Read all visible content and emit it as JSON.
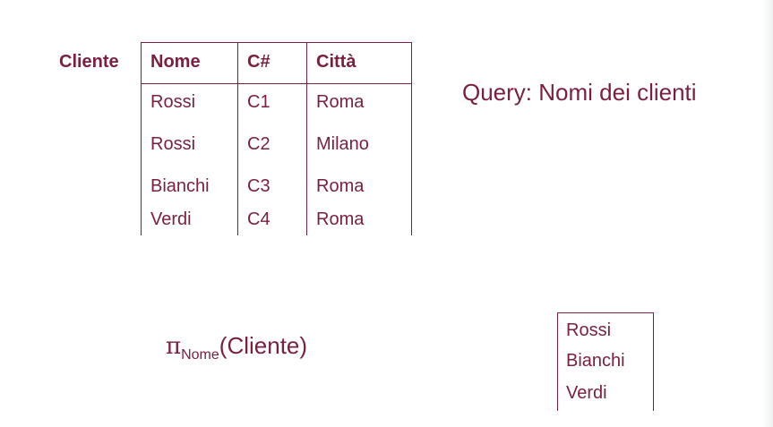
{
  "relation": {
    "name": "Cliente",
    "columns": [
      "Nome",
      "C#",
      "Città"
    ],
    "rows": [
      [
        "Rossi",
        "C1",
        "Roma"
      ],
      [
        "Rossi",
        "C2",
        "Milano"
      ],
      [
        "Bianchi",
        "C3",
        "Roma"
      ],
      [
        "Verdi",
        "C4",
        "Roma"
      ]
    ]
  },
  "query": {
    "title": "Query: Nomi dei clienti",
    "symbol": "π",
    "subscript": "Nome",
    "argument": "(Cliente)"
  },
  "result": {
    "rows": [
      "Rossi",
      "Bianchi",
      "Verdi"
    ]
  }
}
